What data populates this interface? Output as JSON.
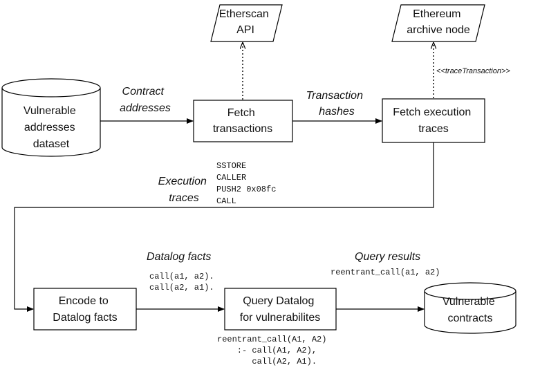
{
  "nodes": {
    "vulnerable_dataset": [
      "Vulnerable",
      "addresses",
      "dataset"
    ],
    "fetch_transactions": [
      "Fetch",
      "transactions"
    ],
    "fetch_traces": [
      "Fetch execution",
      "traces"
    ],
    "etherscan": [
      "Etherscan",
      "API"
    ],
    "archive_node": [
      "Ethereum",
      "archive node"
    ],
    "encode": [
      "Encode to",
      "Datalog facts"
    ],
    "query": [
      "Query Datalog",
      "for vulnerabilites"
    ],
    "vulnerable_contracts": [
      "Vulnerable",
      "contracts"
    ]
  },
  "edge_labels": {
    "contract_addresses": [
      "Contract",
      "addresses"
    ],
    "transaction_hashes": [
      "Transaction",
      "hashes"
    ],
    "trace_transaction": "<<traceTransaction>>",
    "execution_traces": [
      "Execution",
      "traces"
    ],
    "datalog_facts": "Datalog facts",
    "query_results": "Query results"
  },
  "code": {
    "opcodes": [
      "SSTORE",
      "CALLER",
      "PUSH2 0x08fc",
      "CALL"
    ],
    "facts": [
      "call(a1, a2).",
      "call(a2, a1)."
    ],
    "result": "reentrant_call(a1, a2)",
    "rule": [
      "reentrant_call(A1, A2)",
      "    :- call(A1, A2),",
      "       call(A2, A1)."
    ]
  }
}
